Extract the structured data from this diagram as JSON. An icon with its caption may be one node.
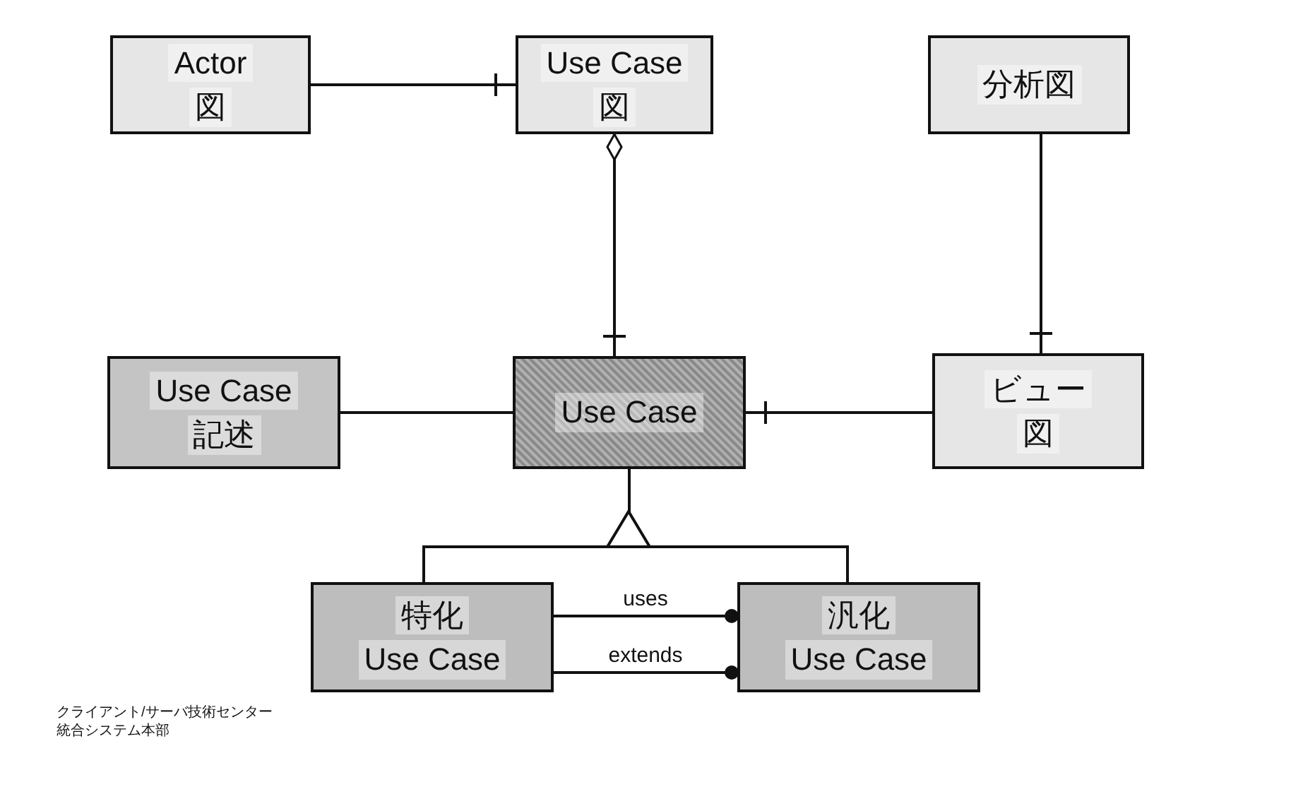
{
  "diagram": {
    "nodes": [
      {
        "text": [
          "Actor",
          "図"
        ]
      },
      {
        "text": [
          "Use Case",
          "図"
        ]
      },
      {
        "text": [
          "分析図"
        ]
      },
      {
        "text": [
          "Use Case",
          "記述"
        ]
      },
      {
        "text": [
          "Use Case"
        ]
      },
      {
        "text": [
          "ビュー",
          "図"
        ]
      },
      {
        "text": [
          "特化",
          "Use Case"
        ]
      },
      {
        "text": [
          "汎化",
          "Use Case"
        ]
      }
    ],
    "edges": [
      {
        "from": 0,
        "to": 1,
        "arrow": "other"
      },
      {
        "from": 1,
        "to": 4,
        "arrow": "other"
      },
      {
        "from": 2,
        "to": 5,
        "arrow": "other"
      },
      {
        "from": 3,
        "to": 4,
        "arrow": "none"
      },
      {
        "from": 5,
        "to": 4,
        "arrow": "other"
      },
      {
        "from": 6,
        "to": 4,
        "arrow": "to"
      },
      {
        "from": 7,
        "to": 4,
        "arrow": "to"
      },
      {
        "from": 6,
        "to": 7,
        "arrow": "other",
        "label": "uses"
      },
      {
        "from": 6,
        "to": 7,
        "arrow": "other",
        "label": "extends"
      }
    ],
    "labels": [
      "クライアント/サーバ技術センター",
      "統合システム本部"
    ]
  }
}
